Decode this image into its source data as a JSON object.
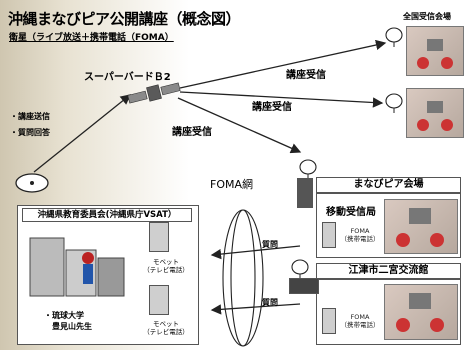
{
  "title": "沖縄まなびピア公開講座（概念図）",
  "subtitle": "衛星（ライブ放送＋携帯電話（FOMA）",
  "satellite_label": "スーパーバードＢ2",
  "left_notes": [
    "・講座送信",
    "・質問回答"
  ],
  "receive_label": "講座受信",
  "national_venue": "全国受信会場",
  "foma_network": "FOMA網",
  "question_label": "質問",
  "okinawa_board": "沖縄県教育委員会(沖縄県庁VSAT）",
  "manabi_venue": "まなびピア会場",
  "mobile_station": "移動受信局",
  "etsu_venue": "江津市二宮交流館",
  "foma_phone": "FOMA\n（携帯電話）",
  "mobet_phone": "モベット\n（テレビ電話）",
  "lecturer": "・琉球大学\n　豊見山先生",
  "colors": {
    "arrow": "#222222",
    "border": "#555555",
    "background_left": "#cfc6b0"
  }
}
